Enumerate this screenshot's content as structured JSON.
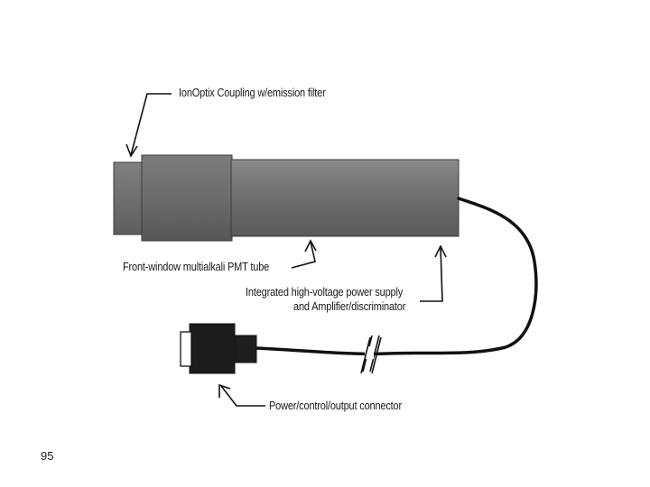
{
  "diagram": {
    "labels": {
      "coupling": "IonOptix Coupling w/emission filter",
      "pmt_tube": "Front-window multialkali PMT tube",
      "power_supply_line1": "Integrated high-voltage power supply",
      "power_supply_line2": "and Amplifier/discriminator",
      "connector": "Power/control/output connector"
    },
    "colors": {
      "body_gray": "#6e6e6e",
      "body_dark": "#4a4a4a",
      "body_light": "#9a9a9a",
      "cable": "#111111",
      "connector": "#1c1c1c"
    }
  },
  "slide": {
    "page_number": "95"
  }
}
